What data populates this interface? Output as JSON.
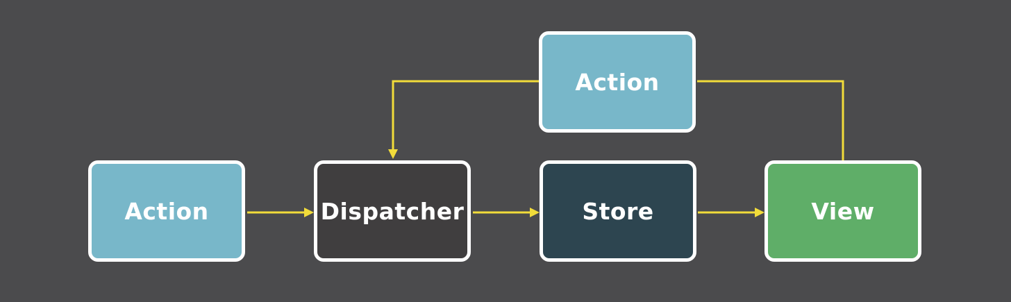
{
  "colors": {
    "background": "#4b4b4d",
    "action": "#78b7c9",
    "dispatcher": "#403e3f",
    "store": "#2d4550",
    "view": "#5fae68",
    "border": "#ffffff",
    "arrow": "#f2dc3a"
  },
  "nodes": {
    "action_main": {
      "label": "Action"
    },
    "dispatcher": {
      "label": "Dispatcher"
    },
    "store": {
      "label": "Store"
    },
    "view": {
      "label": "View"
    },
    "action_top": {
      "label": "Action"
    }
  },
  "edges": [
    {
      "from": "action_main",
      "to": "dispatcher"
    },
    {
      "from": "dispatcher",
      "to": "store"
    },
    {
      "from": "store",
      "to": "view"
    },
    {
      "from": "view",
      "to": "action_top"
    },
    {
      "from": "action_top",
      "to": "dispatcher"
    }
  ]
}
